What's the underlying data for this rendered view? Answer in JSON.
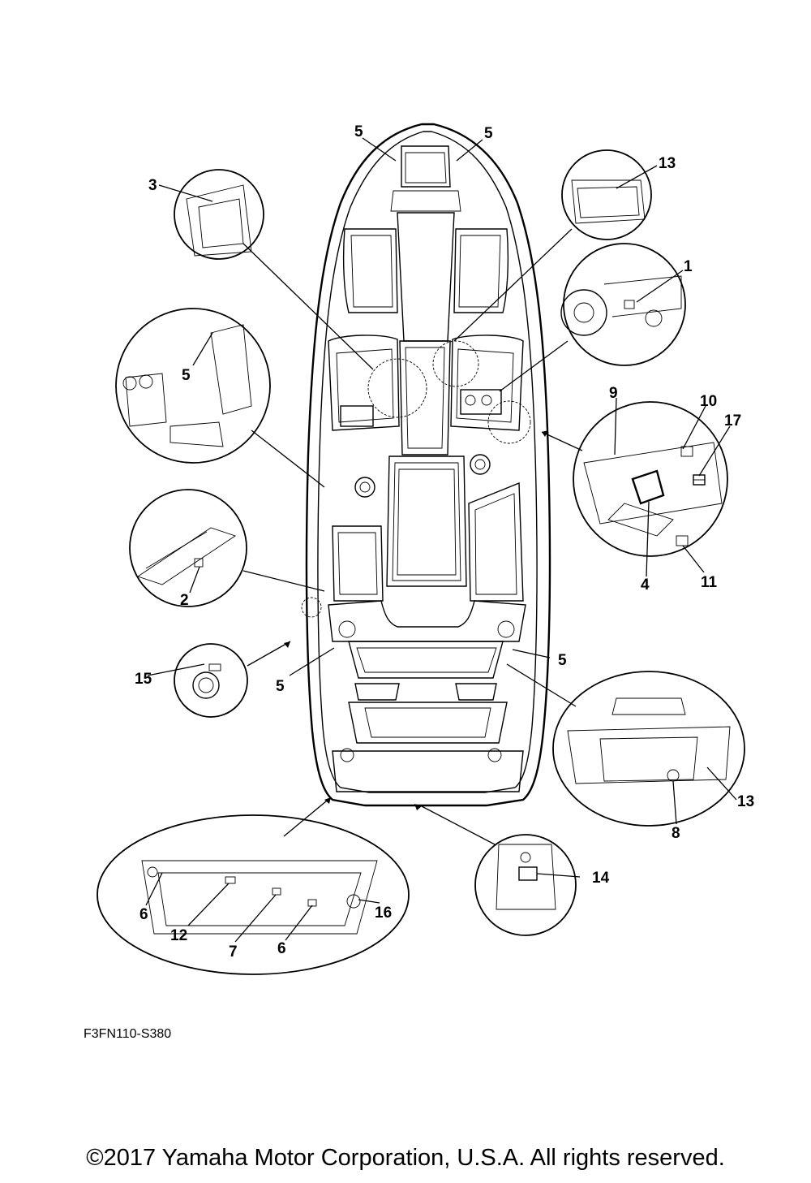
{
  "diagram_code": "F3FN110-S380",
  "copyright": "©2017 Yamaha Motor Corporation, U.S.A. All rights reserved.",
  "callouts": {
    "c1": "1",
    "c2": "2",
    "c3": "3",
    "c4": "4",
    "c5a": "5",
    "c5b": "5",
    "c5c": "5",
    "c5d": "5",
    "c5e": "5",
    "c6a": "6",
    "c6b": "6",
    "c7": "7",
    "c8": "8",
    "c9": "9",
    "c10": "10",
    "c11": "11",
    "c12": "12",
    "c13a": "13",
    "c13b": "13",
    "c14": "14",
    "c15": "15",
    "c16": "16",
    "c17": "17"
  }
}
